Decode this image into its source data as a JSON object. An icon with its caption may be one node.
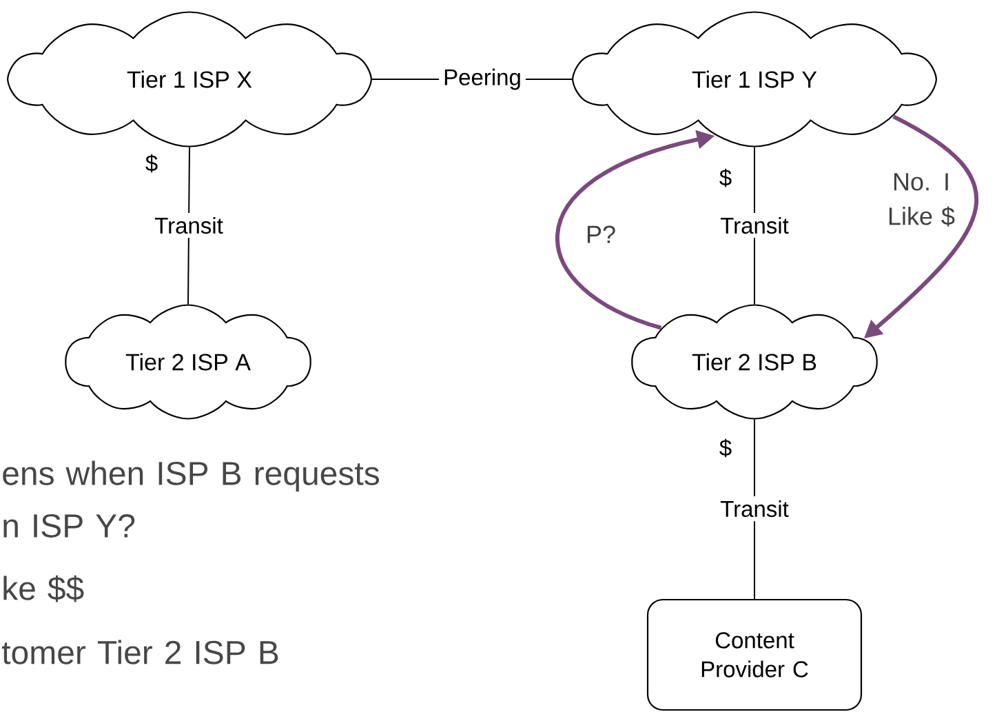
{
  "diagram": {
    "nodes": [
      {
        "text": [
          "Tier 1 ISP X"
        ]
      },
      {
        "text": [
          "Tier 1 ISP Y"
        ]
      },
      {
        "text": [
          "Tier 2 ISP A"
        ]
      },
      {
        "text": [
          "Tier 2 ISP B"
        ]
      },
      {
        "text": [
          "Content Provider C"
        ]
      }
    ],
    "edges": [
      {
        "from": 0,
        "to": 1,
        "arrow": "none",
        "label": "Peering"
      },
      {
        "from": 0,
        "to": 2,
        "arrow": "none",
        "label": "Transit"
      },
      {
        "from": 1,
        "to": 3,
        "arrow": "none",
        "label": "Transit"
      },
      {
        "from": 3,
        "to": 4,
        "arrow": "none",
        "label": "Transit"
      },
      {
        "from": 3,
        "to": 1,
        "arrow": "to",
        "label": "P?",
        "style": "thick",
        "color": "#7b4a7d"
      },
      {
        "from": 1,
        "to": 3,
        "arrow": "to",
        "label": "No. I Like $",
        "style": "thick",
        "color": "#7b4a7d"
      }
    ],
    "labels": [
      "$",
      "$",
      "$",
      "ens when ISP B requests n ISP Y?",
      "ke $$",
      "tomer Tier 2 ISP B"
    ]
  }
}
